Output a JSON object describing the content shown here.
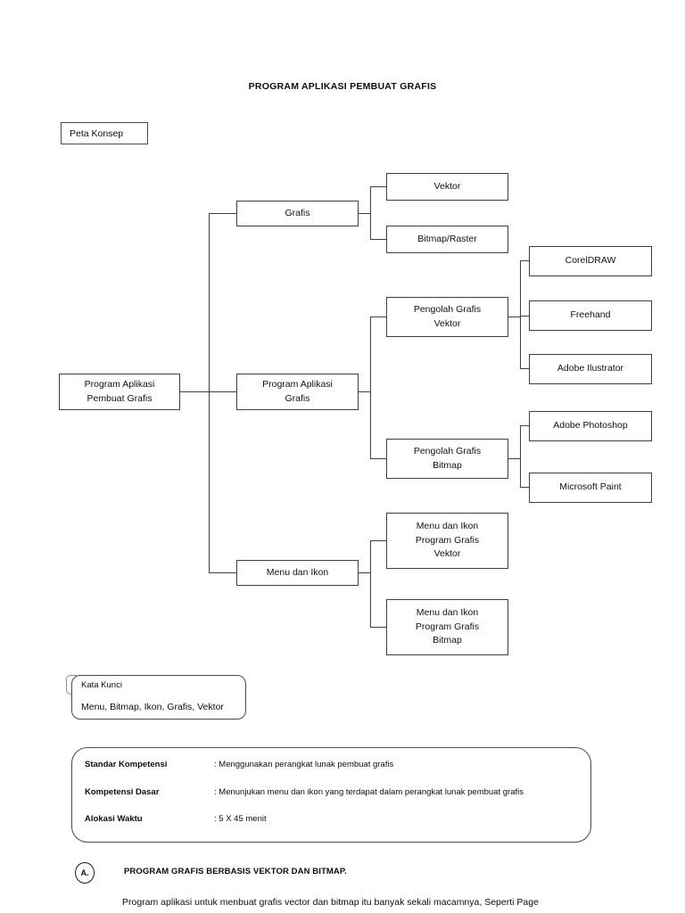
{
  "document": {
    "title": "PROGRAM APLIKASI PEMBUAT GRAFIS",
    "peta_konsep_label": "Peta Konsep"
  },
  "concept_map": {
    "root": {
      "line1": "Program Aplikasi",
      "line2": "Pembuat Grafis"
    },
    "branch_grafis": {
      "label": "Grafis",
      "children": [
        {
          "label": "Vektor"
        },
        {
          "label": "Bitmap/Raster"
        }
      ]
    },
    "branch_program": {
      "line1": "Program Aplikasi",
      "line2": "Grafis",
      "children": [
        {
          "line1": "Pengolah Grafis",
          "line2": "Vektor",
          "apps": [
            {
              "label": "CorelDRAW"
            },
            {
              "label": "Freehand"
            },
            {
              "label": "Adobe Ilustrator"
            }
          ]
        },
        {
          "line1": "Pengolah Grafis",
          "line2": "Bitmap",
          "apps": [
            {
              "label": "Adobe Photoshop"
            },
            {
              "label": "Microsoft Paint"
            }
          ]
        }
      ]
    },
    "branch_menu": {
      "label": "Menu dan Ikon",
      "children": [
        {
          "line1": "Menu dan Ikon",
          "line2": "Program Grafis",
          "line3": "Vektor"
        },
        {
          "line1": "Menu dan Ikon",
          "line2": "Program Grafis",
          "line3": "Bitmap"
        }
      ]
    }
  },
  "kata_kunci": {
    "title": "Kata Kunci",
    "keywords": "Menu, Bitmap, Ikon, Grafis, Vektor"
  },
  "competency": {
    "rows": [
      {
        "label": "Standar Kompetensi",
        "value": ": Menggunakan perangkat lunak pembuat grafis"
      },
      {
        "label": "Kompetensi Dasar",
        "value": ": Menunjukan menu dan ikon yang terdapat dalam perangkat lunak pembuat grafis"
      },
      {
        "label": "Alokasi Waktu",
        "value": ": 5 X 45 menit"
      }
    ]
  },
  "section": {
    "marker": "A.",
    "heading": "PROGRAM GRAFIS BERBASIS VEKTOR DAN BITMAP.",
    "paragraph": "Program aplikasi untuk menbuat grafis vector dan bitmap itu banyak sekali macamnya, Seperti Page"
  },
  "colors": {
    "page_background": "#ffffff",
    "text": "#111111",
    "box_border": "#3f3f3f",
    "card_border": "#4a4a4a"
  }
}
